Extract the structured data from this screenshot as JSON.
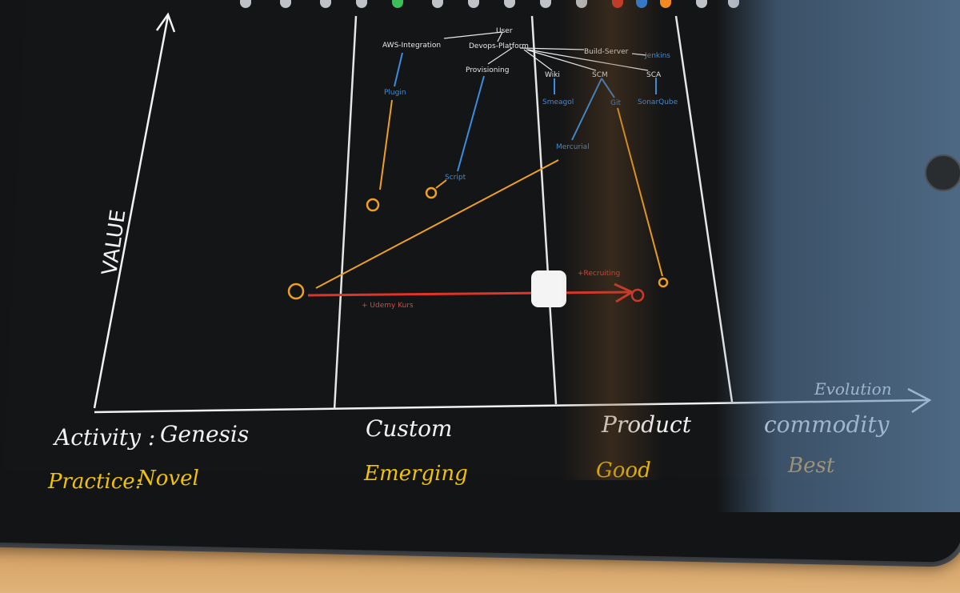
{
  "axes": {
    "y_label": "VALUE",
    "x_label": "Evolution"
  },
  "stages": {
    "row_label": "Activity :",
    "genesis": "Genesis",
    "custom": "Custom",
    "product": "Product",
    "commodity": "commodity"
  },
  "practice": {
    "row_label": "Practice:",
    "novel": "Novel",
    "emerging": "Emerging",
    "good": "Good",
    "best": "Best"
  },
  "components": {
    "user": "User",
    "aws_integration": "AWS-Integration",
    "devops_platform": "Devops-Platform",
    "build_server": "Build-Server",
    "jenkins": "Jenkins",
    "provisioning": "Provisioning",
    "wiki": "Wiki",
    "scm": "SCM",
    "sca": "SCA",
    "plugin": "Plugin",
    "smeagol": "Smeagol",
    "git": "Git",
    "sonarqube": "SonarQube",
    "mercurial": "Mercurial",
    "script": "Script"
  },
  "annotations": {
    "udemy": "+ Udemy Kurs",
    "recruiting": "+Recruiting"
  },
  "colors": {
    "screen": "#141516",
    "white_ink": "#f2f2f2",
    "blue_ink": "#3a8de0",
    "orange_ink": "#f0a020",
    "red_ink": "#e0453a",
    "yellow_ink": "#f2c200"
  }
}
